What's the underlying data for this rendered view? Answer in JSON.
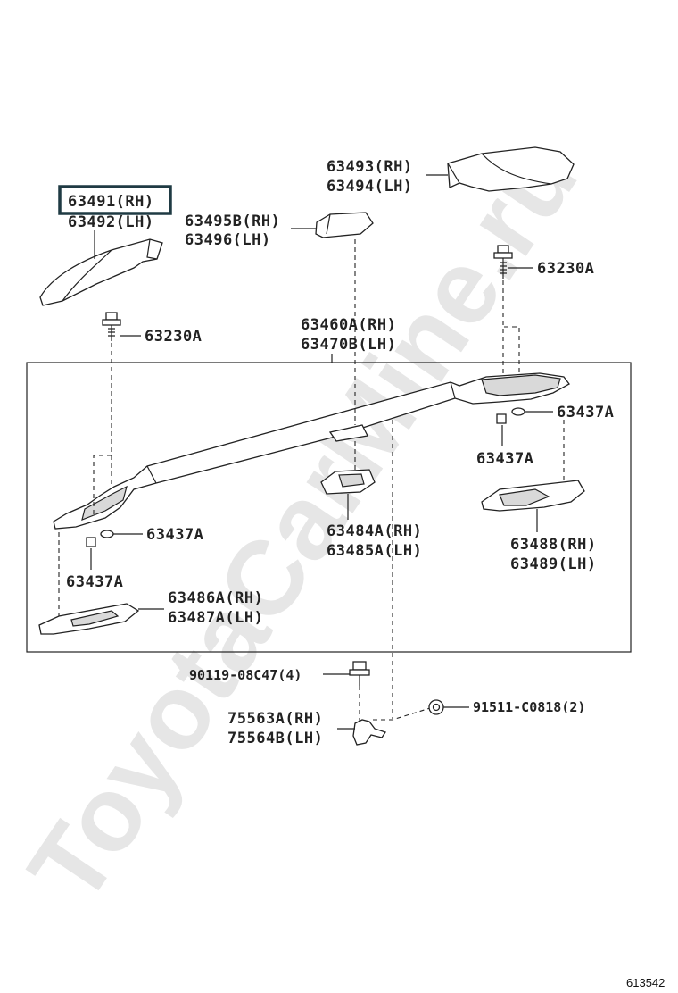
{
  "watermark": "ToyotaCarMine.ru",
  "diagram_id": "613542",
  "highlight_color": "#1f3a43",
  "callouts": {
    "end_cover_front_rh": "63491(RH)",
    "end_cover_front_lh": "63492(LH)",
    "end_cover_rear_rh": "63493(RH)",
    "end_cover_rear_lh": "63494(LH)",
    "center_cover_rh": "63495B(RH)",
    "center_cover_lh": "63496(LH)",
    "bolt_front": "63230A",
    "bolt_rear": "63230A",
    "rail_rh": "63460A(RH)",
    "rail_lh": "63470B(LH)",
    "spacer_rear_right": "63437A",
    "spacer_rear_below": "63437A",
    "spacer_front_right": "63437A",
    "spacer_front_below": "63437A",
    "pad_center_rh": "63484A(RH)",
    "pad_center_lh": "63485A(LH)",
    "pad_rear_rh": "63488(RH)",
    "pad_rear_lh": "63489(LH)",
    "pad_front_rh": "63486A(RH)",
    "pad_front_lh": "63487A(LH)",
    "bolt_bottom": "90119-08C47(4)",
    "bracket_rh": "75563A(RH)",
    "bracket_lh": "75564B(LH)",
    "clip": "91511-C0818(2)"
  }
}
